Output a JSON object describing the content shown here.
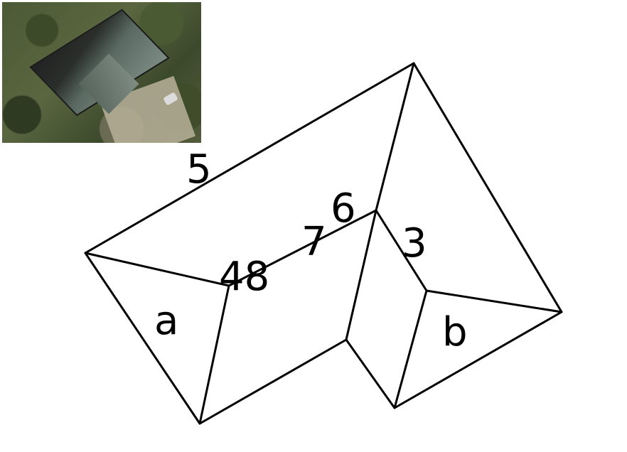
{
  "photo": {
    "kind": "aerial satellite thumbnail of a house roof"
  },
  "labels": {
    "edge_5": "5",
    "edge_6": "6",
    "edge_7": "7",
    "edge_48": "48",
    "edge_3": "3",
    "face_a": "a",
    "face_b": "b"
  },
  "colors": {
    "line": "#000000",
    "background": "#ffffff"
  }
}
